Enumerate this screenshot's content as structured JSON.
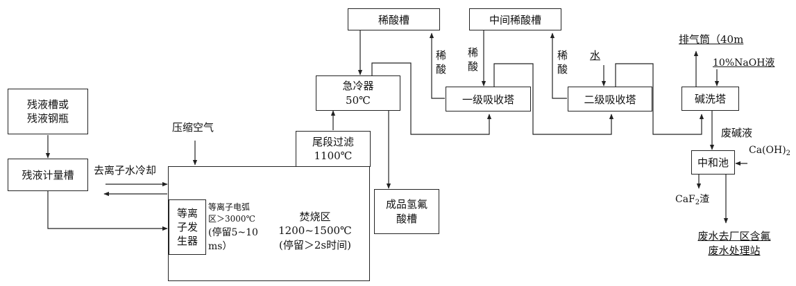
{
  "nodes": {
    "residue_tank_line1": "残液槽或",
    "residue_tank_line2": "残液钢瓶",
    "metering_tank": "残液计量槽",
    "plasma_gen_line1": "等离",
    "plasma_gen_line2": "子发",
    "plasma_gen_line3": "生器",
    "arc_zone_line1": "等离子电弧",
    "arc_zone_line2": "区＞3000℃",
    "arc_zone_line3": "(停留5~10",
    "arc_zone_line4": "ms）",
    "incin_zone_line1": "焚烧区",
    "incin_zone_line2": "1200~1500℃",
    "incin_zone_line3": "(停留＞2s时间)",
    "filter_line1": "尾段过滤",
    "filter_line2": "1100℃",
    "quench_line1": "急冷器",
    "quench_line2": "50℃",
    "hf_product_line1": "成品氢氟",
    "hf_product_line2": "酸槽",
    "dilute_tank": "稀酸槽",
    "mid_dilute_tank": "中间稀酸槽",
    "absorber1": "一级吸收塔",
    "absorber2": "二级吸收塔",
    "scrubber": "碱洗塔",
    "neutral_pool": "中和池"
  },
  "labels": {
    "compressed_air": "压缩空气",
    "deion_cooling": "去离子水冷却",
    "dilute_acid_a": "稀",
    "dilute_acid_b": "酸",
    "water": "水",
    "exhaust": "排气筒（40m",
    "naoh": "10%NaOH液",
    "waste_alkali": "废碱液",
    "caoh2_main": "Ca(OH)",
    "caoh2_sub": "2",
    "caf2_main": "CaF",
    "caf2_sub": "2",
    "caf2_tail": "渣",
    "wastewater_line1": "废水去厂区含氟",
    "wastewater_line2": "废水处理站"
  }
}
